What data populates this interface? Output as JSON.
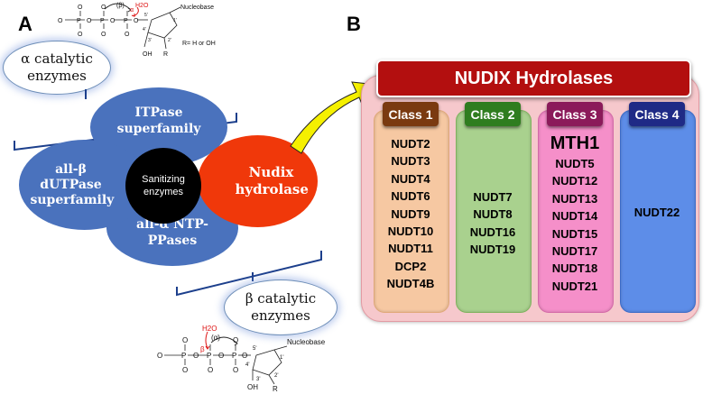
{
  "panels": {
    "a": "A",
    "b": "B"
  },
  "labels": {
    "alpha": "α catalytic enzymes",
    "beta": "β catalytic enzymes"
  },
  "petals": {
    "itpase": "ITPase superfamily",
    "dutpase": "all-β dUTPase superfamily",
    "ntp": "all-α NTP-PPases",
    "nudix": "Nudix hydrolase",
    "center": "Sanitizing enzymes"
  },
  "chem_top": {
    "nucleobase": "Nucleobase",
    "r": "R= H or OH",
    "oh": "OH",
    "rr": "R",
    "water": "H2O",
    "greek": "(β)",
    "alpha": "α",
    "p": [
      "P",
      "P",
      "P"
    ],
    "o": [
      "O",
      "O",
      "O",
      "O",
      "O",
      "O",
      "O",
      "O",
      "O"
    ],
    "num": [
      "4'",
      "1'",
      "3'",
      "2'",
      "5'"
    ]
  },
  "chem_bottom": {
    "nucleobase": "Nucleobase",
    "water": "H2O",
    "beta": "β",
    "paren": "(α)",
    "oh": "OH",
    "rr": "R",
    "p": [
      "P",
      "P",
      "P"
    ],
    "o": [
      "O",
      "O",
      "O",
      "O",
      "O",
      "O",
      "O",
      "O",
      "O"
    ],
    "num": [
      "5'",
      "4'",
      "1'",
      "3'",
      "2'"
    ]
  },
  "nudix": {
    "title": "NUDIX Hydrolases",
    "classes": [
      {
        "label": "Class 1",
        "tab_color": "#7a3a10",
        "col_color": "#f6c8a2",
        "genes": [
          "NUDT2",
          "NUDT3",
          "NUDT4",
          "NUDT6",
          "NUDT9",
          "NUDT10",
          "NUDT11",
          "DCP2",
          "NUDT4B"
        ]
      },
      {
        "label": "Class 2",
        "tab_color": "#2f7d1f",
        "col_color": "#a9d18e",
        "genes": [
          "NUDT7",
          "NUDT8",
          "NUDT16",
          "NUDT19"
        ]
      },
      {
        "label": "Class 3",
        "tab_color": "#8b1a5a",
        "col_color": "#f58fc9",
        "highlight": "MTH1",
        "genes": [
          "NUDT5",
          "NUDT12",
          "NUDT13",
          "NUDT14",
          "NUDT15",
          "NUDT17",
          "NUDT18",
          "NUDT21"
        ]
      },
      {
        "label": "Class 4",
        "tab_color": "#1f2a86",
        "col_color": "#5d8de8",
        "genes": [
          "NUDT22"
        ]
      }
    ]
  },
  "colors": {
    "petal_blue": "#4a72bd",
    "petal_red": "#f0380a",
    "header_red": "#b30f0f",
    "arrow_yellow": "#f5f000",
    "box_pink": "#f6c8cc",
    "bracket": "#1c3f8c"
  }
}
